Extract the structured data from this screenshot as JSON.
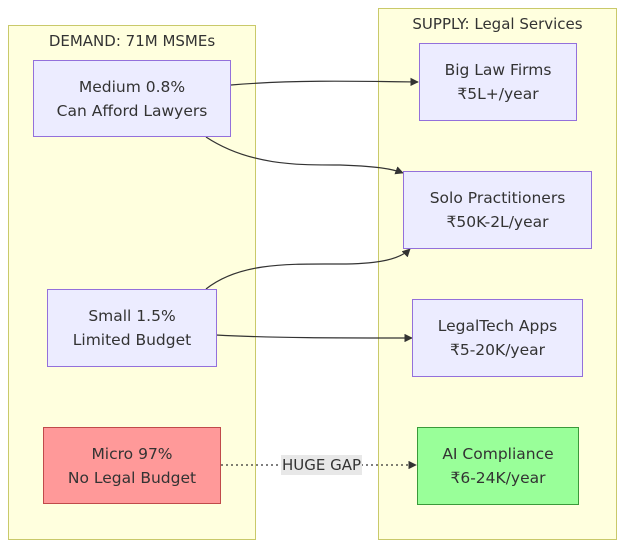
{
  "diagram": {
    "demand": {
      "title": "DEMAND: 71M MSMEs",
      "nodes": {
        "medium": {
          "line1": "Medium 0.8%",
          "line2": "Can Afford Lawyers"
        },
        "small": {
          "line1": "Small 1.5%",
          "line2": "Limited Budget"
        },
        "micro": {
          "line1": "Micro 97%",
          "line2": "No Legal Budget"
        }
      }
    },
    "supply": {
      "title": "SUPPLY: Legal Services",
      "nodes": {
        "biglaw": {
          "line1": "Big Law Firms",
          "line2": "₹5L+/year"
        },
        "solo": {
          "line1": "Solo Practitioners",
          "line2": "₹50K-2L/year"
        },
        "legaltech": {
          "line1": "LegalTech Apps",
          "line2": "₹5-20K/year"
        },
        "ai": {
          "line1": "AI Compliance",
          "line2": "₹6-24K/year"
        }
      }
    },
    "edge_labels": {
      "gap": "HUGE GAP"
    },
    "colors": {
      "cluster_fill": "#ffffde",
      "node_fill": "#ececff",
      "micro_fill": "#ff9999",
      "ai_fill": "#99ff99",
      "edge": "#333333"
    }
  }
}
